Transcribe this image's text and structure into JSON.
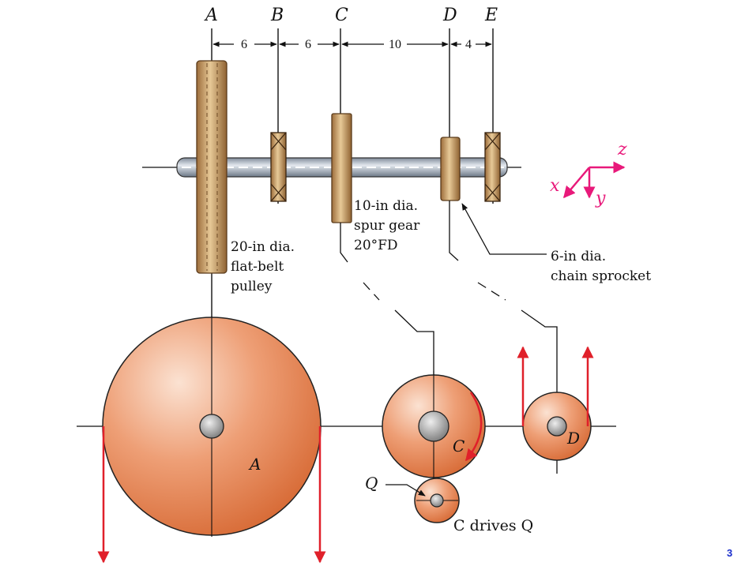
{
  "stations": {
    "A": "A",
    "B": "B",
    "C": "C",
    "D": "D",
    "E": "E"
  },
  "spacing": {
    "ab": "6",
    "bc": "6",
    "cd": "10",
    "de": "4"
  },
  "pulley_label": [
    "20-in dia.",
    "flat-belt",
    "pulley"
  ],
  "gear_label": [
    "10-in dia.",
    "spur gear",
    "20°FD"
  ],
  "sprocket_label": [
    "6-in dia.",
    "chain sprocket"
  ],
  "axes": {
    "x": "x",
    "y": "y",
    "z": "z"
  },
  "end_view": {
    "A": "A",
    "C": "C",
    "D": "D",
    "Q": "Q",
    "caption": "C drives Q"
  },
  "page_number": "3",
  "colors": {
    "arrow_red": "#e0202a",
    "axis_magenta": "#e8197a",
    "disk_orange": "#e58a5a",
    "shaft_blue": "#aab6c6",
    "bronze": "#b88a55"
  }
}
